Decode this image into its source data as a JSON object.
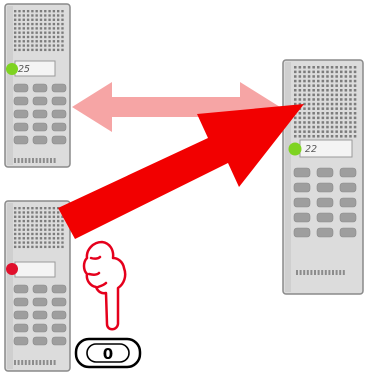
{
  "phones": [
    {
      "id": "phone-top-left",
      "display": "25",
      "led_color": "#7ed321"
    },
    {
      "id": "phone-bottom-left",
      "display": "",
      "led_color": "#e0102c"
    },
    {
      "id": "phone-right",
      "display": "22",
      "led_color": "#7ed321"
    }
  ],
  "key_press": {
    "label": "0"
  },
  "colors": {
    "transfer_arrow": "#f20000",
    "return_arrow": "#f6a5a5",
    "hand_outline": "#e5001c"
  }
}
